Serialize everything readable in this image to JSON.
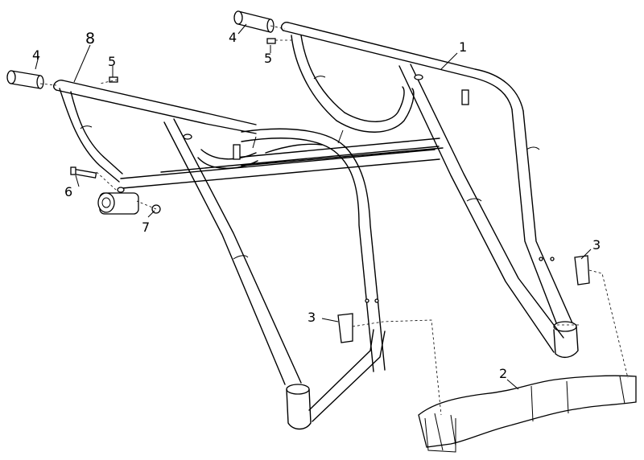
{
  "labels": {
    "part_1": "1",
    "part_2": "2",
    "part_3_left": "3",
    "part_3_right": "3",
    "part_4_left": "4",
    "part_4_top": "4",
    "part_5_left": "5",
    "part_5_top": "5",
    "part_6": "6",
    "part_7": "7",
    "part_8": "8"
  }
}
